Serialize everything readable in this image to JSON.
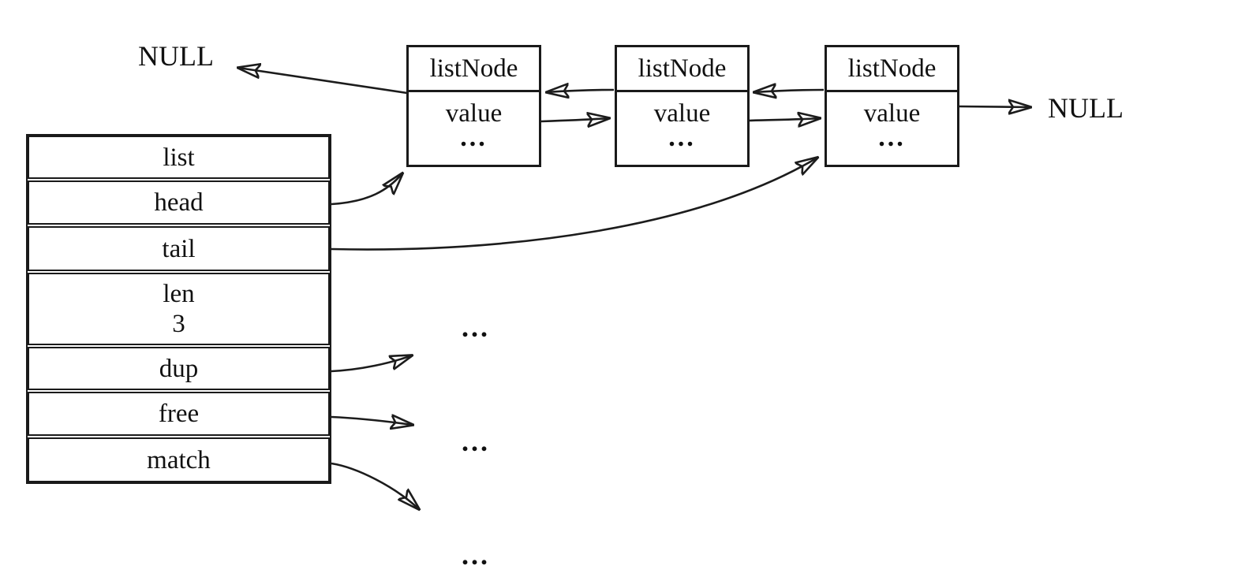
{
  "diagram": {
    "list_struct": {
      "rows": [
        {
          "label": "list"
        },
        {
          "label": "head"
        },
        {
          "label": "tail"
        },
        {
          "label": "len",
          "value": "3"
        },
        {
          "label": "dup"
        },
        {
          "label": "free"
        },
        {
          "label": "match"
        }
      ]
    },
    "nodes": [
      {
        "title": "listNode",
        "value": "value",
        "ellipsis": "..."
      },
      {
        "title": "listNode",
        "value": "value",
        "ellipsis": "..."
      },
      {
        "title": "listNode",
        "value": "value",
        "ellipsis": "..."
      }
    ],
    "null_labels": {
      "left": "NULL",
      "right": "NULL"
    },
    "ellipses": [
      "...",
      "...",
      "..."
    ],
    "colors": {
      "line": "#1c1c1c",
      "background": "#ffffff",
      "text": "#111111"
    }
  }
}
